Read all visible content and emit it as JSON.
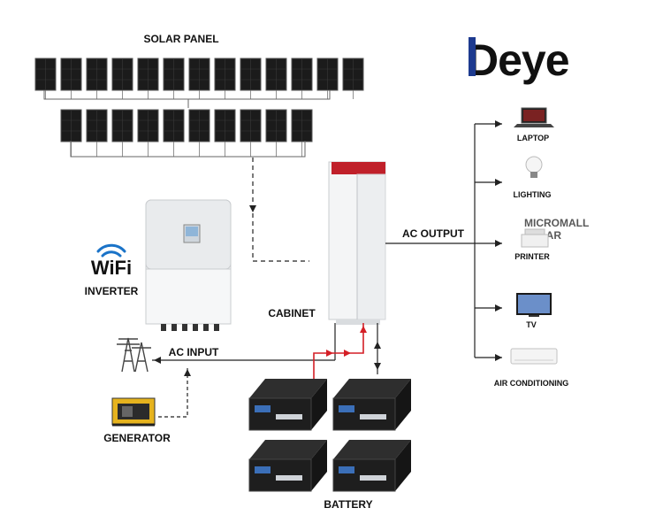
{
  "brand": {
    "logo_text": "Deye",
    "color": "#1d3a8f"
  },
  "labels": {
    "solar_panel": "SOLAR PANEL",
    "wifi": "WiFi",
    "inverter": "INVERTER",
    "cabinet": "CABINET",
    "ac_input": "AC INPUT",
    "ac_output": "AC OUTPUT",
    "generator": "GENERATOR",
    "battery": "BATTERY"
  },
  "loads": [
    {
      "label": "LAPTOP",
      "icon": "laptop-icon"
    },
    {
      "label": "LIGHTING",
      "icon": "light-bulb-icon"
    },
    {
      "label": "PRINTER",
      "icon": "printer-icon"
    },
    {
      "label": "TV",
      "icon": "tv-icon"
    },
    {
      "label": "AIR CONDITIONING",
      "icon": "air-conditioner-icon"
    }
  ],
  "watermark": {
    "line1": "MICROMALL",
    "line2": "SOLAR"
  },
  "panel_rows": [
    13,
    10
  ],
  "battery_count": 4,
  "colors": {
    "wifi_blue": "#1a73c8",
    "cabinet_red": "#c0202a",
    "dc_line_red": "#d41f26",
    "panel": "#1b1b1b",
    "watermark": "#9aa5b5"
  }
}
